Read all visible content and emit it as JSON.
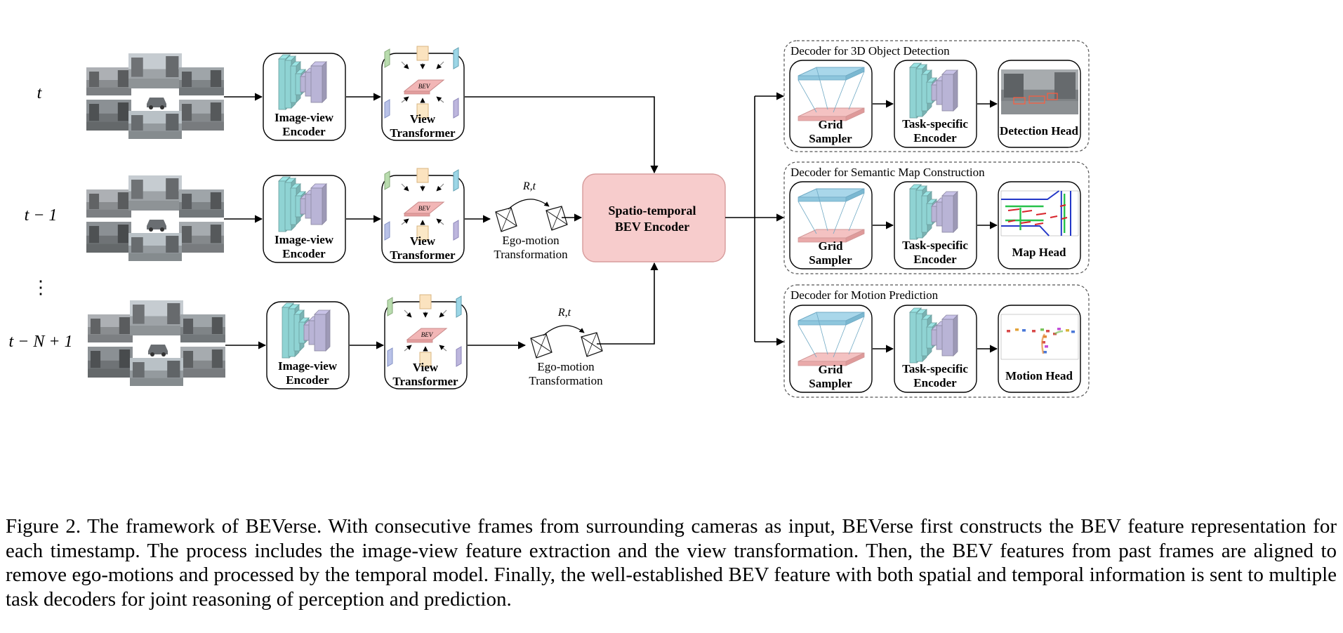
{
  "rows": [
    {
      "time_label": "t",
      "encoder_label": [
        "Image-view",
        "Encoder"
      ],
      "transformer_label": [
        "View",
        "Transformer"
      ],
      "bev_tag": "BEV",
      "ego": null
    },
    {
      "time_label": "t − 1",
      "encoder_label": [
        "Image-view",
        "Encoder"
      ],
      "transformer_label": [
        "View",
        "Transformer"
      ],
      "bev_tag": "BEV",
      "ego": {
        "symbol": "R,t",
        "label": [
          "Ego-motion",
          "Transformation"
        ]
      }
    },
    {
      "time_label": "t − N + 1",
      "encoder_label": [
        "Image-view",
        "Encoder"
      ],
      "transformer_label": [
        "View",
        "Transformer"
      ],
      "bev_tag": "BEV",
      "ego": {
        "symbol": "R,t",
        "label": [
          "Ego-motion",
          "Transformation"
        ]
      }
    }
  ],
  "ellipsis": "⋮",
  "central": {
    "label": [
      "Spatio-temporal",
      "BEV Encoder"
    ]
  },
  "decoders": [
    {
      "title": "Decoder for 3D Object Detection",
      "sampler_label": [
        "Grid",
        "Sampler"
      ],
      "encoder_label": [
        "Task-specific",
        "Encoder"
      ],
      "head_label": "Detection Head",
      "head_image": "camera-detection-image"
    },
    {
      "title": "Decoder for Semantic Map Construction",
      "sampler_label": [
        "Grid",
        "Sampler"
      ],
      "encoder_label": [
        "Task-specific",
        "Encoder"
      ],
      "head_label": "Map Head",
      "head_image": "semantic-map-image"
    },
    {
      "title": "Decoder for Motion Prediction",
      "sampler_label": [
        "Grid",
        "Sampler"
      ],
      "encoder_label": [
        "Task-specific",
        "Encoder"
      ],
      "head_label": "Motion Head",
      "head_image": "motion-map-image"
    }
  ],
  "caption": "Figure 2.  The framework of BEVerse.  With consecutive frames from surrounding cameras as input, BEVerse first constructs the BEV feature representation for each timestamp. The process includes the image-view feature extraction and the view transformation. Then, the BEV features from past frames are aligned to remove ego-motions and processed by the temporal model. Finally, the well-established BEV feature with both spatial and temporal information is sent to multiple task decoders for joint reasoning of perception and prediction.",
  "colors": {
    "central_fill": "#f7cccc",
    "central_stroke": "#d79b9b",
    "teal": "#8fd3d3",
    "lavender": "#b9b4d6",
    "bev_pink": "#f2b6b6",
    "sampler_blue": "#a9d7ea",
    "map_red": "#d8232a",
    "map_green": "#27c24a",
    "map_blue": "#2337c8"
  }
}
